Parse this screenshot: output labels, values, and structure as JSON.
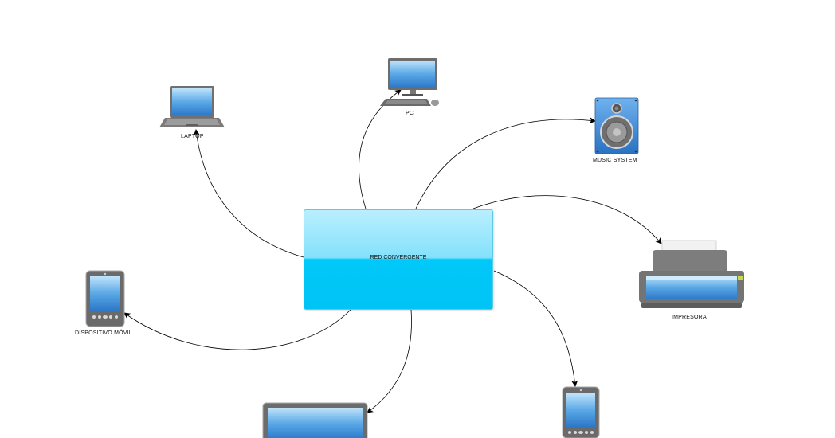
{
  "diagram": {
    "hub": {
      "label": "RED CONVERGENTE"
    },
    "devices": {
      "pc": {
        "label": "PC",
        "icon": "desktop-computer-icon"
      },
      "laptop": {
        "label": "LAPTOP",
        "icon": "laptop-icon"
      },
      "music": {
        "label": "MUSIC SYSTEM",
        "icon": "speaker-icon"
      },
      "printer": {
        "label": "IMPRESORA",
        "icon": "printer-icon"
      },
      "mobile": {
        "label": "DISPOSITIVO MÓVIL",
        "icon": "mobile-device-icon"
      },
      "tablet": {
        "label": "",
        "icon": "mobile-device-icon"
      },
      "monitor": {
        "label": "",
        "icon": "monitor-icon"
      }
    },
    "colors": {
      "hub_fill": "#00c8f8",
      "screen_blue": "#3b8fd6",
      "connector": "#000000"
    }
  }
}
